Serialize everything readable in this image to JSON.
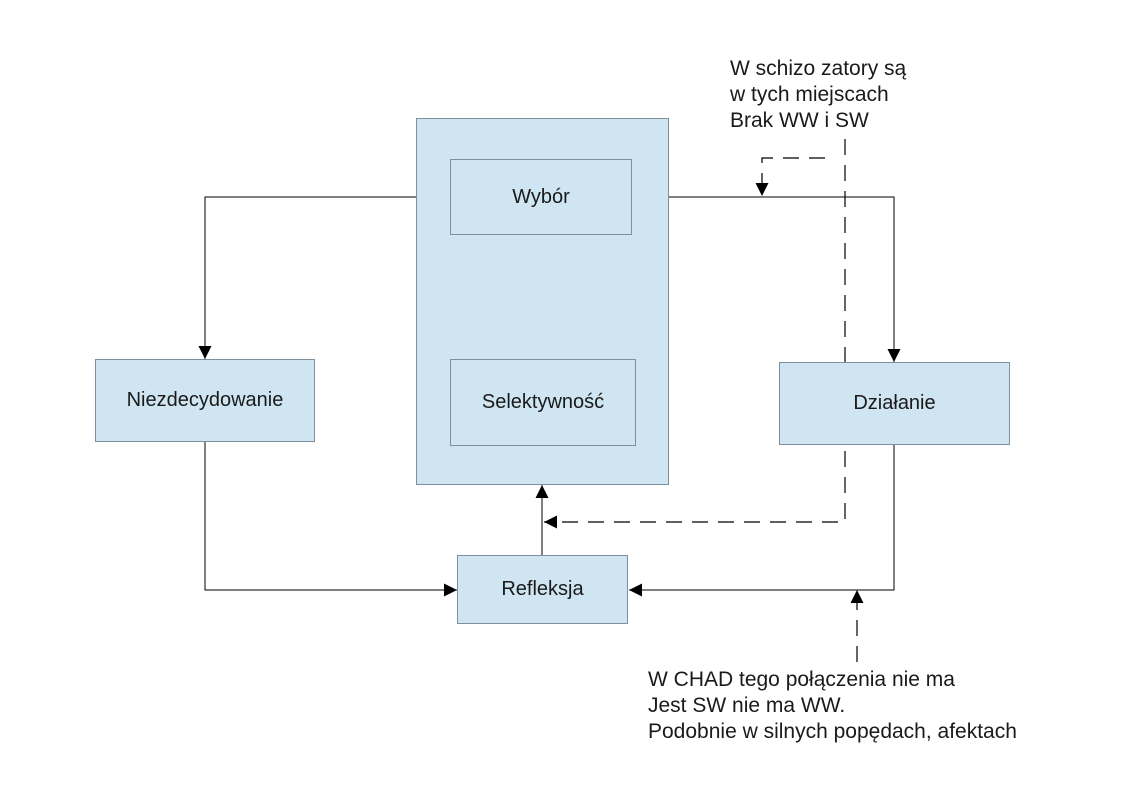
{
  "diagram": {
    "nodes": {
      "wybor": "Wybór",
      "selektywnosc": "Selektywność",
      "niezdecydowanie": "Niezdecydowanie",
      "dzialanie": "Działanie",
      "refleksja": "Refleksja"
    },
    "notes": {
      "schizo": [
        "W schizo zatory są",
        "w tych miejscach",
        "Brak WW i SW"
      ],
      "chad": [
        "W CHAD tego połączenia nie ma",
        "Jest SW nie ma WW.",
        "Podobnie w silnych popędach, afektach"
      ]
    },
    "colors": {
      "node_fill": "#cfe5f2",
      "node_border": "#7f8f9c",
      "line": "#000000"
    }
  }
}
